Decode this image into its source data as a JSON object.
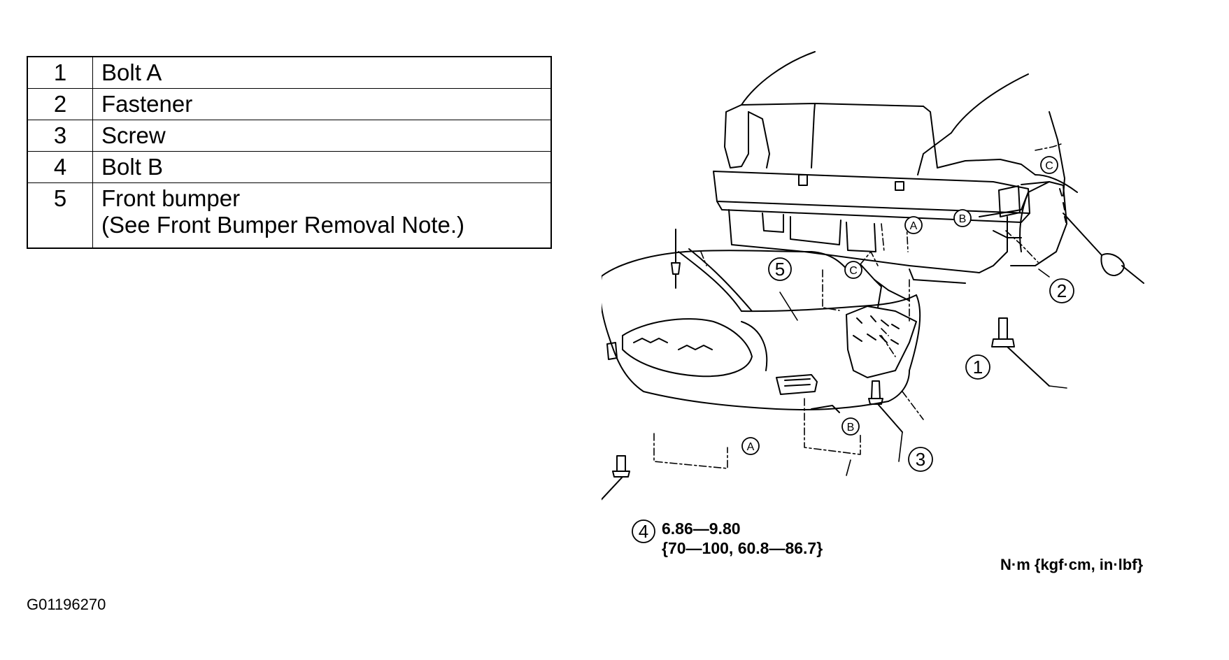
{
  "parts": [
    {
      "num": "1",
      "desc": [
        "Bolt A"
      ]
    },
    {
      "num": "2",
      "desc": [
        "Fastener"
      ]
    },
    {
      "num": "3",
      "desc": [
        "Screw"
      ]
    },
    {
      "num": "4",
      "desc": [
        "Bolt B"
      ]
    },
    {
      "num": "5",
      "desc": [
        "Front bumper",
        "(See Front Bumper Removal Note.)"
      ]
    }
  ],
  "figure_id": "G01196270",
  "callouts": {
    "n1": "1",
    "n2": "2",
    "n3": "3",
    "n4": "4",
    "n5": "5",
    "a": "A",
    "b": "B",
    "c": "C"
  },
  "torque": {
    "primary": "6.86—9.80",
    "secondary": "{70—100, 60.8—86.7}",
    "units": "N·m {kgf·cm, in·lbf}"
  }
}
